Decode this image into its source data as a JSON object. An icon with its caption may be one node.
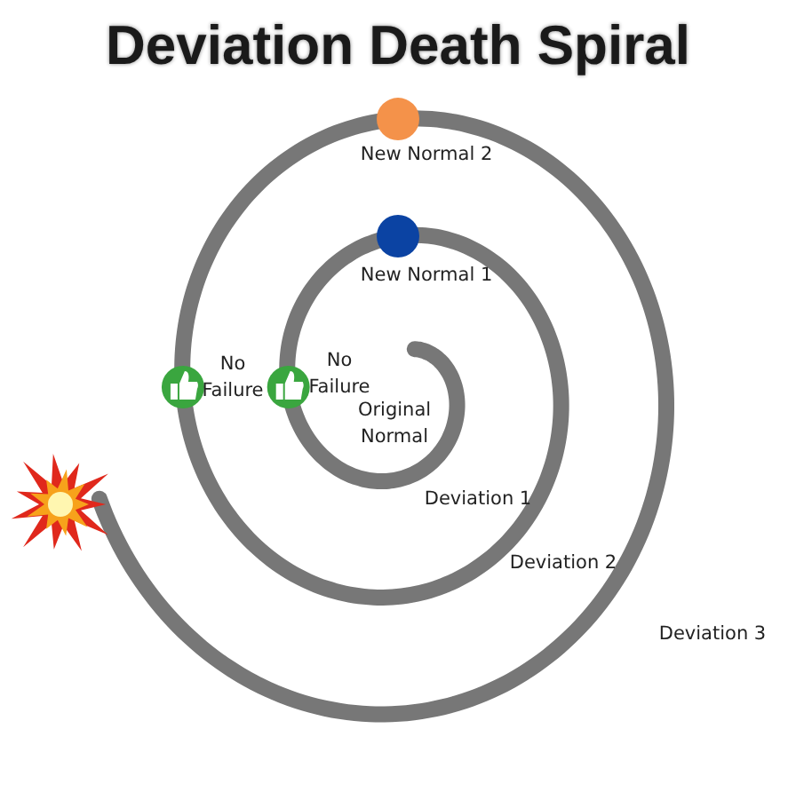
{
  "diagram": {
    "title": "Deviation Death Spiral",
    "labels": [
      "New Normal 2",
      "New Normal 1",
      "No Failure",
      "No Failure",
      "Original Normal",
      "Deviation 1",
      "Deviation 2",
      "Deviation 3"
    ]
  }
}
